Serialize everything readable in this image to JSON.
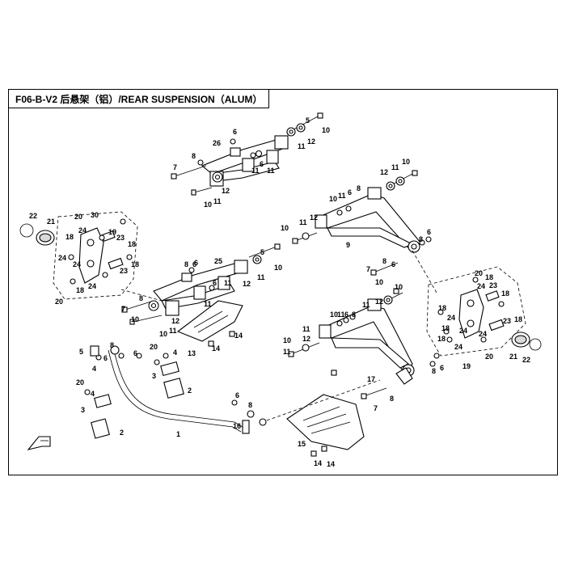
{
  "page": {
    "title": "F06-B-V2 后悬架（铝）/REAR SUSPENSION（ALUM）"
  },
  "callouts": {
    "n1": "1",
    "n2": "2",
    "n3": "3",
    "n4": "4",
    "n5": "5",
    "n6": "6",
    "n7": "7",
    "n8": "8",
    "n9": "9",
    "n10": "10",
    "n11": "11",
    "n12": "12",
    "n13": "13",
    "n14": "14",
    "n15": "15",
    "n16": "16",
    "n17": "17",
    "n18": "18",
    "n19": "19",
    "n20": "20",
    "n21": "21",
    "n22": "22",
    "n23": "23",
    "n24": "24",
    "n25": "25",
    "n26": "26",
    "n30": "30"
  }
}
